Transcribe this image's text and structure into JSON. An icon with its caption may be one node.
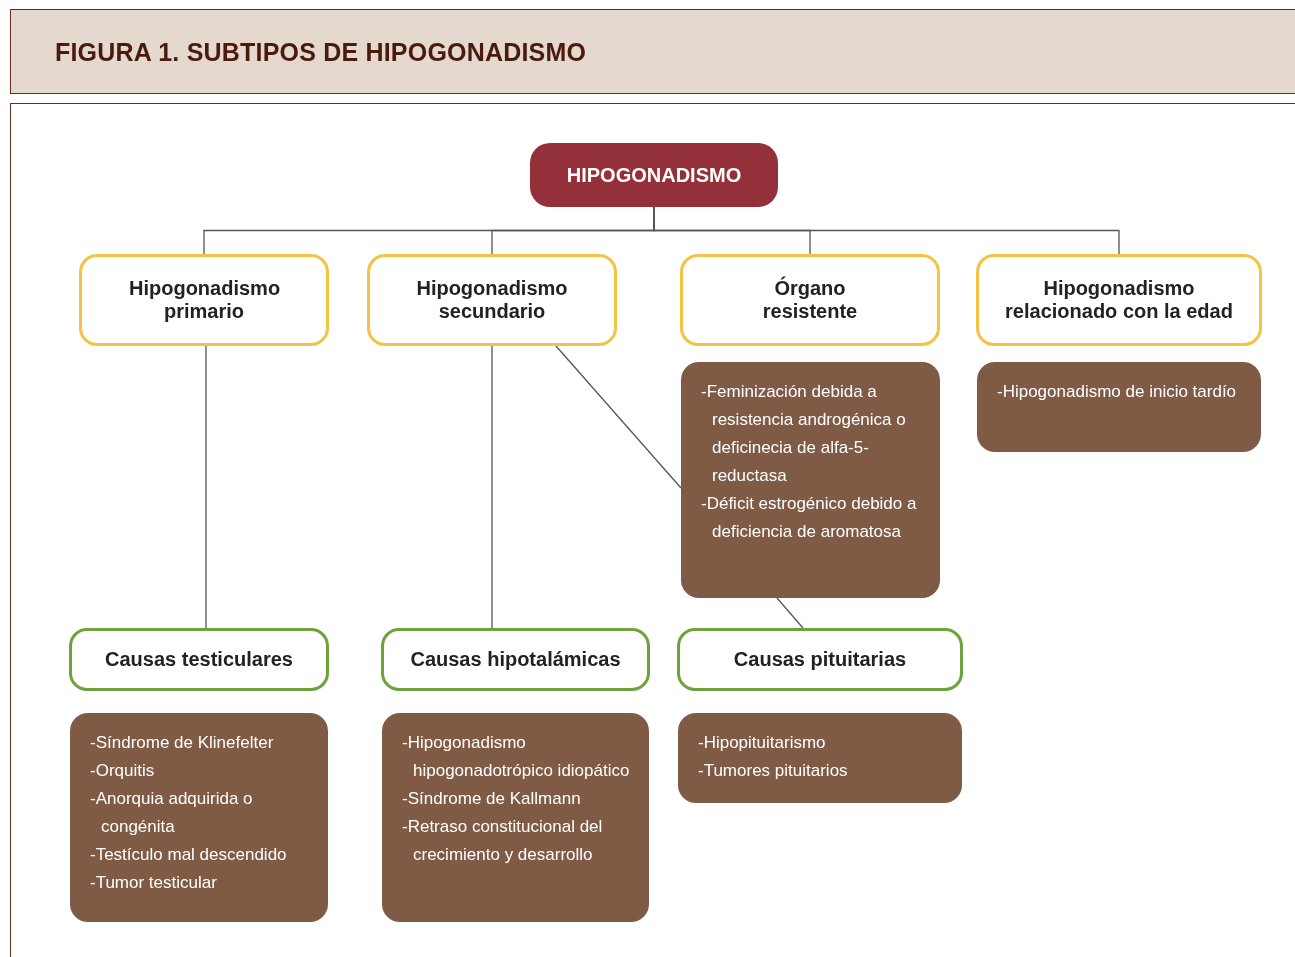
{
  "diagram": {
    "title": "FIGURA 1. SUBTIPOS DE HIPOGONADISMO",
    "nodes": [
      {
        "text": [
          "HIPOGONADISMO"
        ]
      },
      {
        "text": [
          "Hipogonadismo primario"
        ]
      },
      {
        "text": [
          "Hipogonadismo secundario"
        ]
      },
      {
        "text": [
          "Órgano resistente"
        ]
      },
      {
        "text": [
          "Hipogonadismo relacionado con la edad"
        ]
      },
      {
        "text": [
          "-Feminización debida a resistencia androgénica o deficinecia de alfa-5-reductasa",
          "-Déficit estrogénico debido a deficiencia de aromatosa"
        ]
      },
      {
        "text": [
          "-Hipogonadismo de inicio tardío"
        ]
      },
      {
        "text": [
          "Causas testiculares"
        ]
      },
      {
        "text": [
          "Causas hipotalámicas"
        ]
      },
      {
        "text": [
          "Causas pituitarias"
        ]
      },
      {
        "text": [
          "-Síndrome de Klinefelter",
          "-Orquitis",
          "-Anorquia adquirida o congénita",
          "-Testículo mal descendido",
          "-Tumor testicular"
        ]
      },
      {
        "text": [
          "-Hipogonadismo hipogonadotrópico idiopático",
          "-Síndrome de Kallmann",
          "-Retraso constitucional del crecimiento y desarrollo"
        ]
      },
      {
        "text": [
          "-Hipopituitarismo",
          "-Tumores pituitarios"
        ]
      }
    ],
    "edges": [
      {
        "from": 0,
        "to": 1,
        "arrow": "none"
      },
      {
        "from": 0,
        "to": 2,
        "arrow": "none"
      },
      {
        "from": 0,
        "to": 3,
        "arrow": "none"
      },
      {
        "from": 0,
        "to": 4,
        "arrow": "none"
      },
      {
        "from": 1,
        "to": 7,
        "arrow": "none"
      },
      {
        "from": 2,
        "to": 8,
        "arrow": "none"
      },
      {
        "from": 2,
        "to": 5,
        "arrow": "none"
      },
      {
        "from": 5,
        "to": 9,
        "arrow": "none"
      }
    ]
  }
}
